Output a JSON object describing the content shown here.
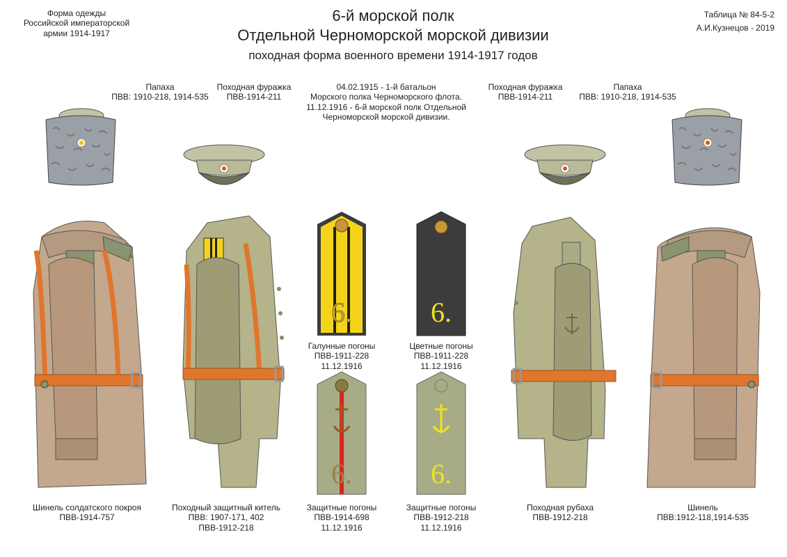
{
  "header": {
    "left_lines": [
      "Форма одежды",
      "Российской императорской",
      "армии  1914-1917"
    ],
    "right_lines": [
      "Таблица № 84-5-2",
      "А.И.Кузнецов - 2019"
    ],
    "title_line1": "6-й морской полк",
    "title_line2": "Отдельной Черноморской морской дивизии",
    "title_line3": "походная форма военного времени 1914-1917 годов"
  },
  "top_labels": {
    "papakha_left": [
      "Папаха",
      "ПВВ: 1910-218, 1914-535"
    ],
    "cap_left": [
      "Походная фуражка",
      "ПВВ-1914-211"
    ],
    "history": [
      "04.02.1915 - 1-й  батальон",
      "Морского полка Черноморского флота.",
      "11.12.1916 - 6-й морской полк Отдельной",
      "Черноморской морской дивизии."
    ],
    "cap_right": [
      "Походная фуражка",
      "ПВВ-1914-211"
    ],
    "papakha_right": [
      "Папаха",
      "ПВВ: 1910-218, 1914-535"
    ]
  },
  "straps": {
    "galun": {
      "numeral": "6.",
      "label": [
        "Галунные погоны",
        "ПВВ-1911-228",
        "11.12.1916"
      ]
    },
    "colored": {
      "numeral": "6.",
      "label": [
        "Цветные погоны",
        "ПВВ-1911-228",
        "11.12.1916"
      ]
    },
    "protect1": {
      "numeral": "6.",
      "label": [
        "Защитные погоны",
        "ПВВ-1914-698",
        "11.12.1916"
      ]
    },
    "protect2": {
      "numeral": "6.",
      "label": [
        "Защитные  погоны",
        "ПВВ-1912-218",
        "11.12.1916"
      ]
    }
  },
  "bottom_labels": {
    "greatcoat_left": [
      "Шинель солдатского покроя",
      "ПВВ-1914-757"
    ],
    "kitel": [
      "Походный защитный китель",
      "ПВВ: 1907-171, 402",
      "ПВВ-1912-218"
    ],
    "rubakha": [
      "Походная рубаха",
      "ПВВ-1912-218"
    ],
    "greatcoat_right": [
      "Шинель",
      "ПВВ:1912-118,1914-535"
    ]
  },
  "shoulder_marks": {
    "numeral": "6"
  },
  "colors": {
    "greatcoat": "#c3a88d",
    "khaki": "#b4b38a",
    "belt": "#e0762d",
    "papakha": "#9aa0a6",
    "galun_yellow": "#f4d41a",
    "dark_strap": "#3c3c3c",
    "numeral_yellow": "#f2e21a"
  }
}
